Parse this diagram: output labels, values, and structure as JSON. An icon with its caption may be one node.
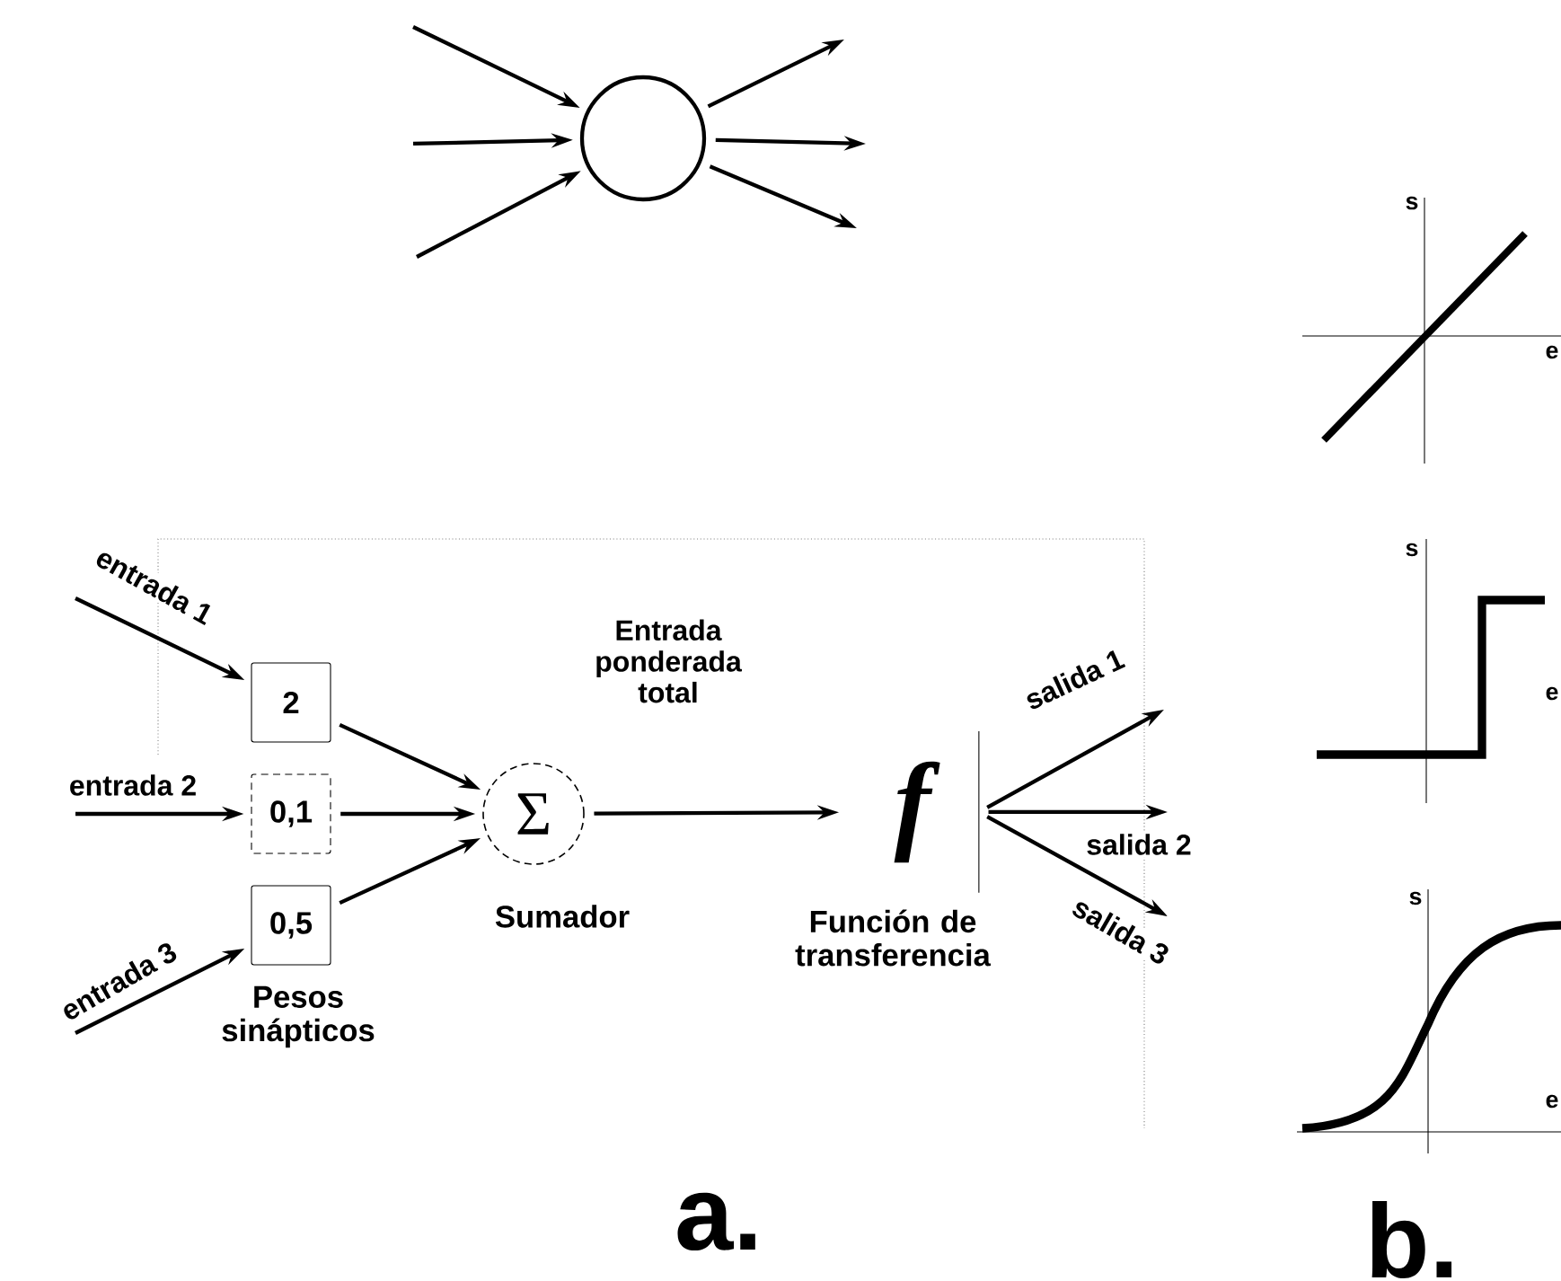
{
  "diagram": {
    "nodes": [
      {
        "text": [],
        "shape": "circle"
      },
      {
        "text": [
          "2"
        ]
      },
      {
        "text": [
          "0,1"
        ]
      },
      {
        "text": [
          "0,5"
        ],
        "beside": [
          "Pesos sinápticos"
        ]
      },
      {
        "text": [
          "Σ"
        ],
        "beside": [
          "Sumador"
        ]
      },
      {
        "text": [
          "f"
        ],
        "beside": [
          "Función de transferencia"
        ]
      }
    ],
    "edges": [
      {
        "from": null,
        "to": 0,
        "arrow": "to"
      },
      {
        "from": null,
        "to": 0,
        "arrow": "to"
      },
      {
        "from": null,
        "to": 0,
        "arrow": "to"
      },
      {
        "from": 0,
        "to": null,
        "arrow": "to"
      },
      {
        "from": 0,
        "to": null,
        "arrow": "to"
      },
      {
        "from": 0,
        "to": null,
        "arrow": "to"
      },
      {
        "from": null,
        "to": 1,
        "arrow": "to",
        "label": "entrada 1"
      },
      {
        "from": null,
        "to": 2,
        "arrow": "to",
        "label": "entrada 2"
      },
      {
        "from": null,
        "to": 3,
        "arrow": "to",
        "label": "entrada 3"
      },
      {
        "from": 1,
        "to": 4,
        "arrow": "to"
      },
      {
        "from": 2,
        "to": 4,
        "arrow": "to"
      },
      {
        "from": 3,
        "to": 4,
        "arrow": "to"
      },
      {
        "from": 4,
        "to": 5,
        "arrow": "to",
        "label": "Entrada ponderada total"
      },
      {
        "from": 5,
        "to": null,
        "arrow": "to",
        "label": "salida 1"
      },
      {
        "from": 5,
        "to": null,
        "arrow": "to",
        "label": "salida 2"
      },
      {
        "from": 5,
        "to": null,
        "arrow": "to",
        "label": "salida 3"
      }
    ],
    "labels": [
      "s",
      "e",
      "s",
      "e",
      "s",
      "e",
      "a.",
      "b."
    ]
  }
}
